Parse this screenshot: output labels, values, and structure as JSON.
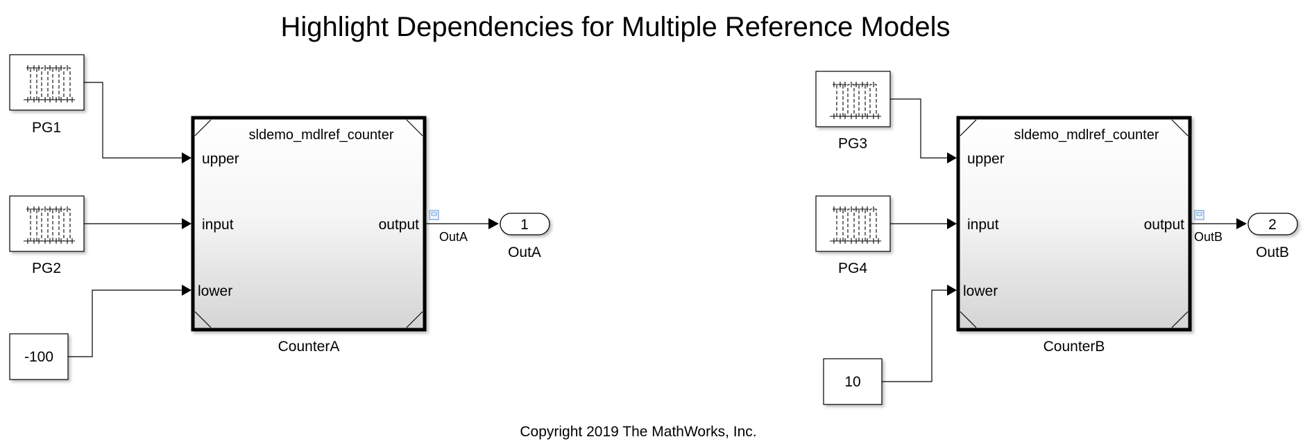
{
  "title": "Highlight Dependencies for Multiple Reference Models",
  "copyright": "Copyright 2019 The MathWorks, Inc.",
  "subsystems": [
    {
      "name": "CounterA",
      "model": "sldemo_mdlref_counter",
      "ports": {
        "upper": "upper",
        "input": "input",
        "lower": "lower",
        "output": "output"
      },
      "signal_label": "OutA",
      "outport": {
        "number": "1",
        "name": "OutA"
      },
      "generators": [
        "PG1",
        "PG2"
      ],
      "constant": "-100"
    },
    {
      "name": "CounterB",
      "model": "sldemo_mdlref_counter",
      "ports": {
        "upper": "upper",
        "input": "input",
        "lower": "lower",
        "output": "output"
      },
      "signal_label": "OutB",
      "outport": {
        "number": "2",
        "name": "OutB"
      },
      "generators": [
        "PG3",
        "PG4"
      ],
      "constant": "10"
    }
  ],
  "icons": {
    "pulse_generator": "pulse-wave-icon",
    "model_reference": "model-reference-corners-icon",
    "test_point": "test-point-icon"
  },
  "colors": {
    "block_border": "#000000",
    "gradient_top": "#ffffff",
    "gradient_bottom": "#d4d4d4",
    "test_point": "#6fa0d8"
  }
}
